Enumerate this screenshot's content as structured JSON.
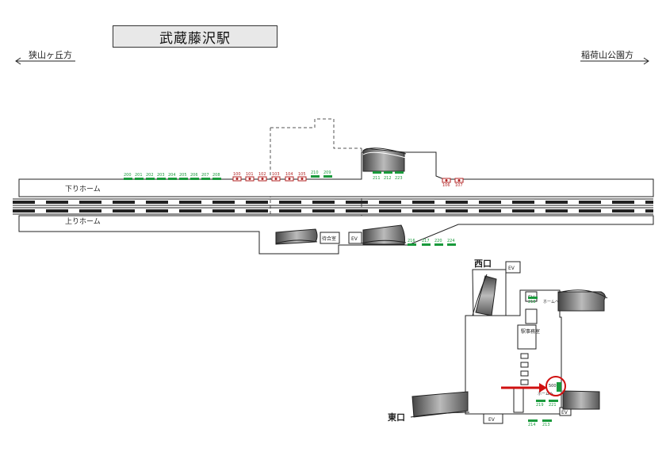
{
  "title": "武蔵藤沢駅",
  "direction_left": "狭山ヶ丘方",
  "direction_right": "稲荷山公園方",
  "platform_down": "下りホーム",
  "platform_up": "上りホーム",
  "waiting_room": "待合室",
  "ev": "EV",
  "exit_west": "西口",
  "exit_east": "東口",
  "station_office": "駅事務室",
  "home_to": "ホームへ",
  "door_codes_down_green": [
    "200",
    "201",
    "202",
    "203",
    "204",
    "205",
    "206",
    "207",
    "208",
    "210",
    "209"
  ],
  "door_codes_down_red": [
    "100",
    "101",
    "102",
    "103",
    "104",
    "105"
  ],
  "door_codes_stair_down": [
    "211",
    "212",
    "223"
  ],
  "door_codes_right_red": [
    "106",
    "107"
  ],
  "door_codes_up": [
    "216",
    "217",
    "220",
    "224"
  ],
  "gate_codes": [
    "218",
    "500",
    "219",
    "221",
    "214",
    "213"
  ],
  "colors": {
    "green": "#1a9a3c",
    "red": "#b22222",
    "arrow": "#d01010"
  }
}
